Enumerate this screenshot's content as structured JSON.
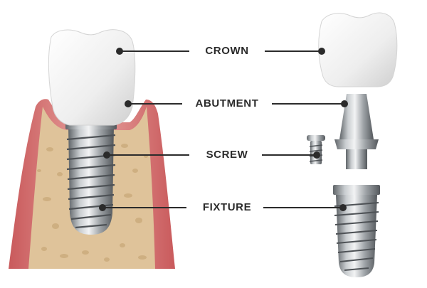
{
  "diagram": {
    "labels": {
      "crown": "CROWN",
      "abutment": "ABUTMENT",
      "screw": "SCREW",
      "fixture": "FIXTURE"
    },
    "colors": {
      "gum": "#d36a6b",
      "gum_light": "#e9a8a3",
      "bone": "#dfc39a",
      "bone_spot": "#c9a878",
      "enamel": "#f2f2f2",
      "metal": "#a9aeb2",
      "metal_dark": "#5f6468",
      "leader_line": "#2b2b2b"
    }
  }
}
